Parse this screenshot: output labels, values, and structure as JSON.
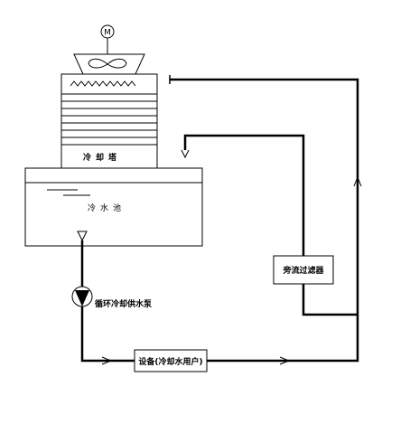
{
  "labels": {
    "motor": "M",
    "cooling_tower": "冷却塔",
    "cold_water_pool": "冷水池",
    "pump": "循环冷却供水泵",
    "bypass_filter": "旁流过滤器",
    "equipment": "设备(冷却水用户)"
  },
  "colors": {
    "line": "#000000",
    "background": "#ffffff"
  },
  "icons": {
    "motor": "motor-icon",
    "fan": "fan-icon",
    "pump": "pump-icon",
    "flow_arrow": "flow-arrow-icon",
    "water_level": "water-level-icon"
  }
}
